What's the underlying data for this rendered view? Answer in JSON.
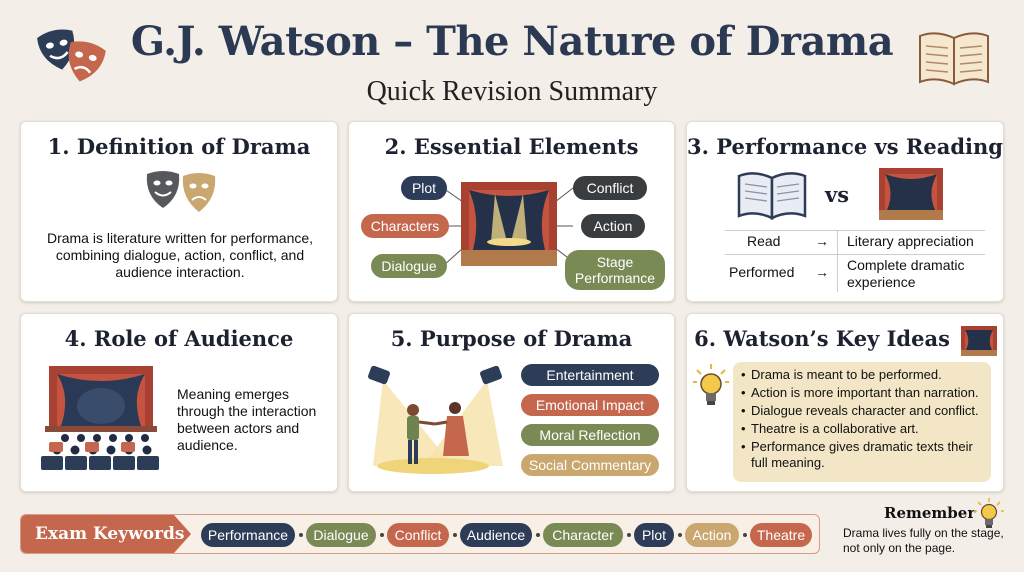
{
  "header": {
    "title": "G.J. Watson – The Nature of Drama",
    "subtitle": "Quick Revision Summary"
  },
  "icons": {
    "header_left": "drama-masks-icon",
    "header_right": "open-book-icon"
  },
  "cards": {
    "definition": {
      "title": "1. Definition of Drama",
      "text": "Drama is literature written for performance, combining dialogue, action, conflict, and audience interaction."
    },
    "elements": {
      "title": "2. Essential Elements",
      "left": [
        "Plot",
        "Characters",
        "Dialogue"
      ],
      "right": [
        "Conflict",
        "Action",
        "Stage Performance"
      ]
    },
    "performance": {
      "title": "3. Performance vs Reading",
      "vs": "vs",
      "rows": [
        {
          "mode": "Read",
          "arrow": "→",
          "result": "Literary appreciation"
        },
        {
          "mode": "Performed",
          "arrow": "→",
          "result": "Complete dramatic experience"
        }
      ]
    },
    "audience": {
      "title": "4. Role of Audience",
      "text": "Meaning emerges through the interaction between actors and audience."
    },
    "purpose": {
      "title": "5. Purpose of Drama",
      "items": [
        "Entertainment",
        "Emotional Impact",
        "Moral Reflection",
        "Social Commentary"
      ]
    },
    "ideas": {
      "title": "6. Watson’s Key Ideas",
      "items": [
        "Drama is meant to be performed.",
        "Action is more important than narration.",
        "Dialogue reveals character and conflict.",
        "Theatre is a collaborative art.",
        "Performance gives dramatic texts their full meaning."
      ]
    }
  },
  "keywords": {
    "label": "Exam Keywords",
    "items": [
      "Performance",
      "Dialogue",
      "Conflict",
      "Audience",
      "Character",
      "Plot",
      "Action",
      "Theatre"
    ]
  },
  "remember": {
    "title": "Remember",
    "text": "Drama lives fully on the stage, not only on the page."
  },
  "colors": {
    "navy": "#2e3d57",
    "rust": "#c4674d",
    "olive": "#7a8a55",
    "dark": "#3a3d40",
    "tan": "#c9a76f",
    "background": "#f3efe8"
  }
}
